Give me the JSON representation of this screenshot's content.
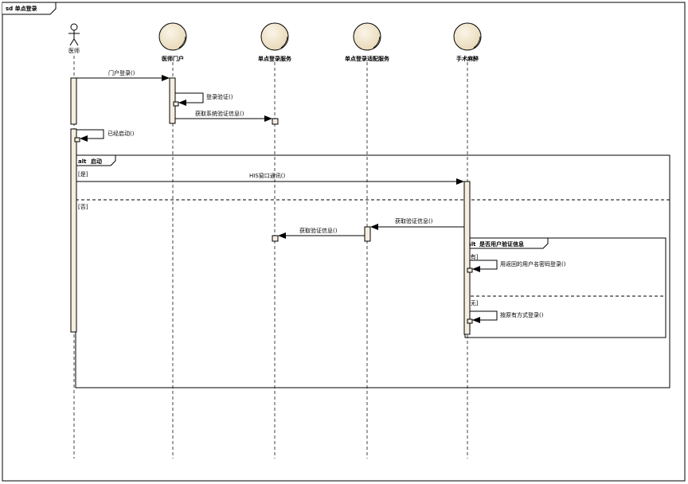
{
  "frame": {
    "title": "sd 单点登录"
  },
  "lifelines": [
    {
      "name": "医师",
      "kind": "actor"
    },
    {
      "name": "医师门户",
      "kind": "entity"
    },
    {
      "name": "单点登录服务",
      "kind": "entity"
    },
    {
      "name": "单点登录适配服务",
      "kind": "entity"
    },
    {
      "name": "手术麻醉",
      "kind": "entity"
    }
  ],
  "messages": [
    {
      "label": "门户登录()"
    },
    {
      "label": "登录验证()"
    },
    {
      "label": "获取系统验证信息()"
    },
    {
      "label": "已经启动()"
    },
    {
      "label": "HIS窗口通讯()"
    },
    {
      "label": "获取验证信息()"
    },
    {
      "label": "获取验证信息()"
    },
    {
      "label": "用返回的用户名密码登录()"
    },
    {
      "label": "按原有方式登录()"
    }
  ],
  "fragments": [
    {
      "operator": "alt",
      "title": "启动",
      "guards": [
        "[是]",
        "[否]"
      ]
    },
    {
      "operator": "alt",
      "title": "是否用户验证信息",
      "guards": [
        "[有]",
        "[无]"
      ]
    }
  ]
}
